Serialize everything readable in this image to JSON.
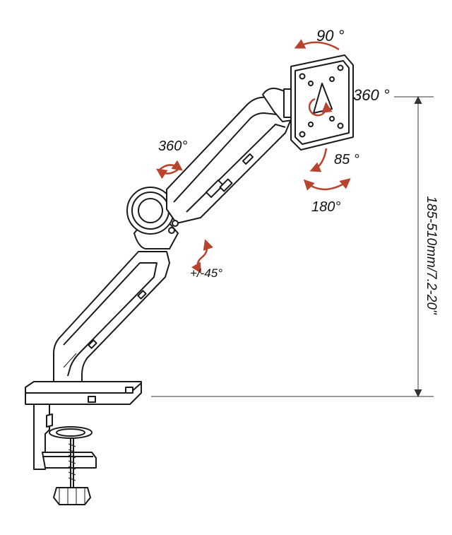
{
  "labels": {
    "tilt_top": "90 °",
    "rotate_monitor": "360 °",
    "tilt_down": "85 °",
    "swivel_bottom": "180°",
    "arm_joint_rotate": "360°",
    "arm_tilt": "+/-45°",
    "height_range": "185-510mm/7.2-20\""
  },
  "colors": {
    "line": "#1a1a1a",
    "arrow": "#b8442f"
  }
}
